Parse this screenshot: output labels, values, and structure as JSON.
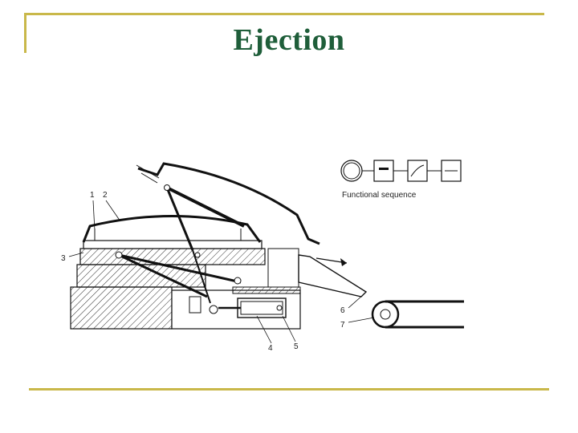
{
  "slide": {
    "title": "Ejection"
  },
  "diagram": {
    "functional_sequence_label": "Functional sequence",
    "part_numbers": [
      "1",
      "2",
      "3",
      "4",
      "5",
      "6",
      "7"
    ],
    "colors": {
      "frame": "#c9b84a",
      "title": "#1f5e3a",
      "line": "#1a1a1a"
    }
  }
}
